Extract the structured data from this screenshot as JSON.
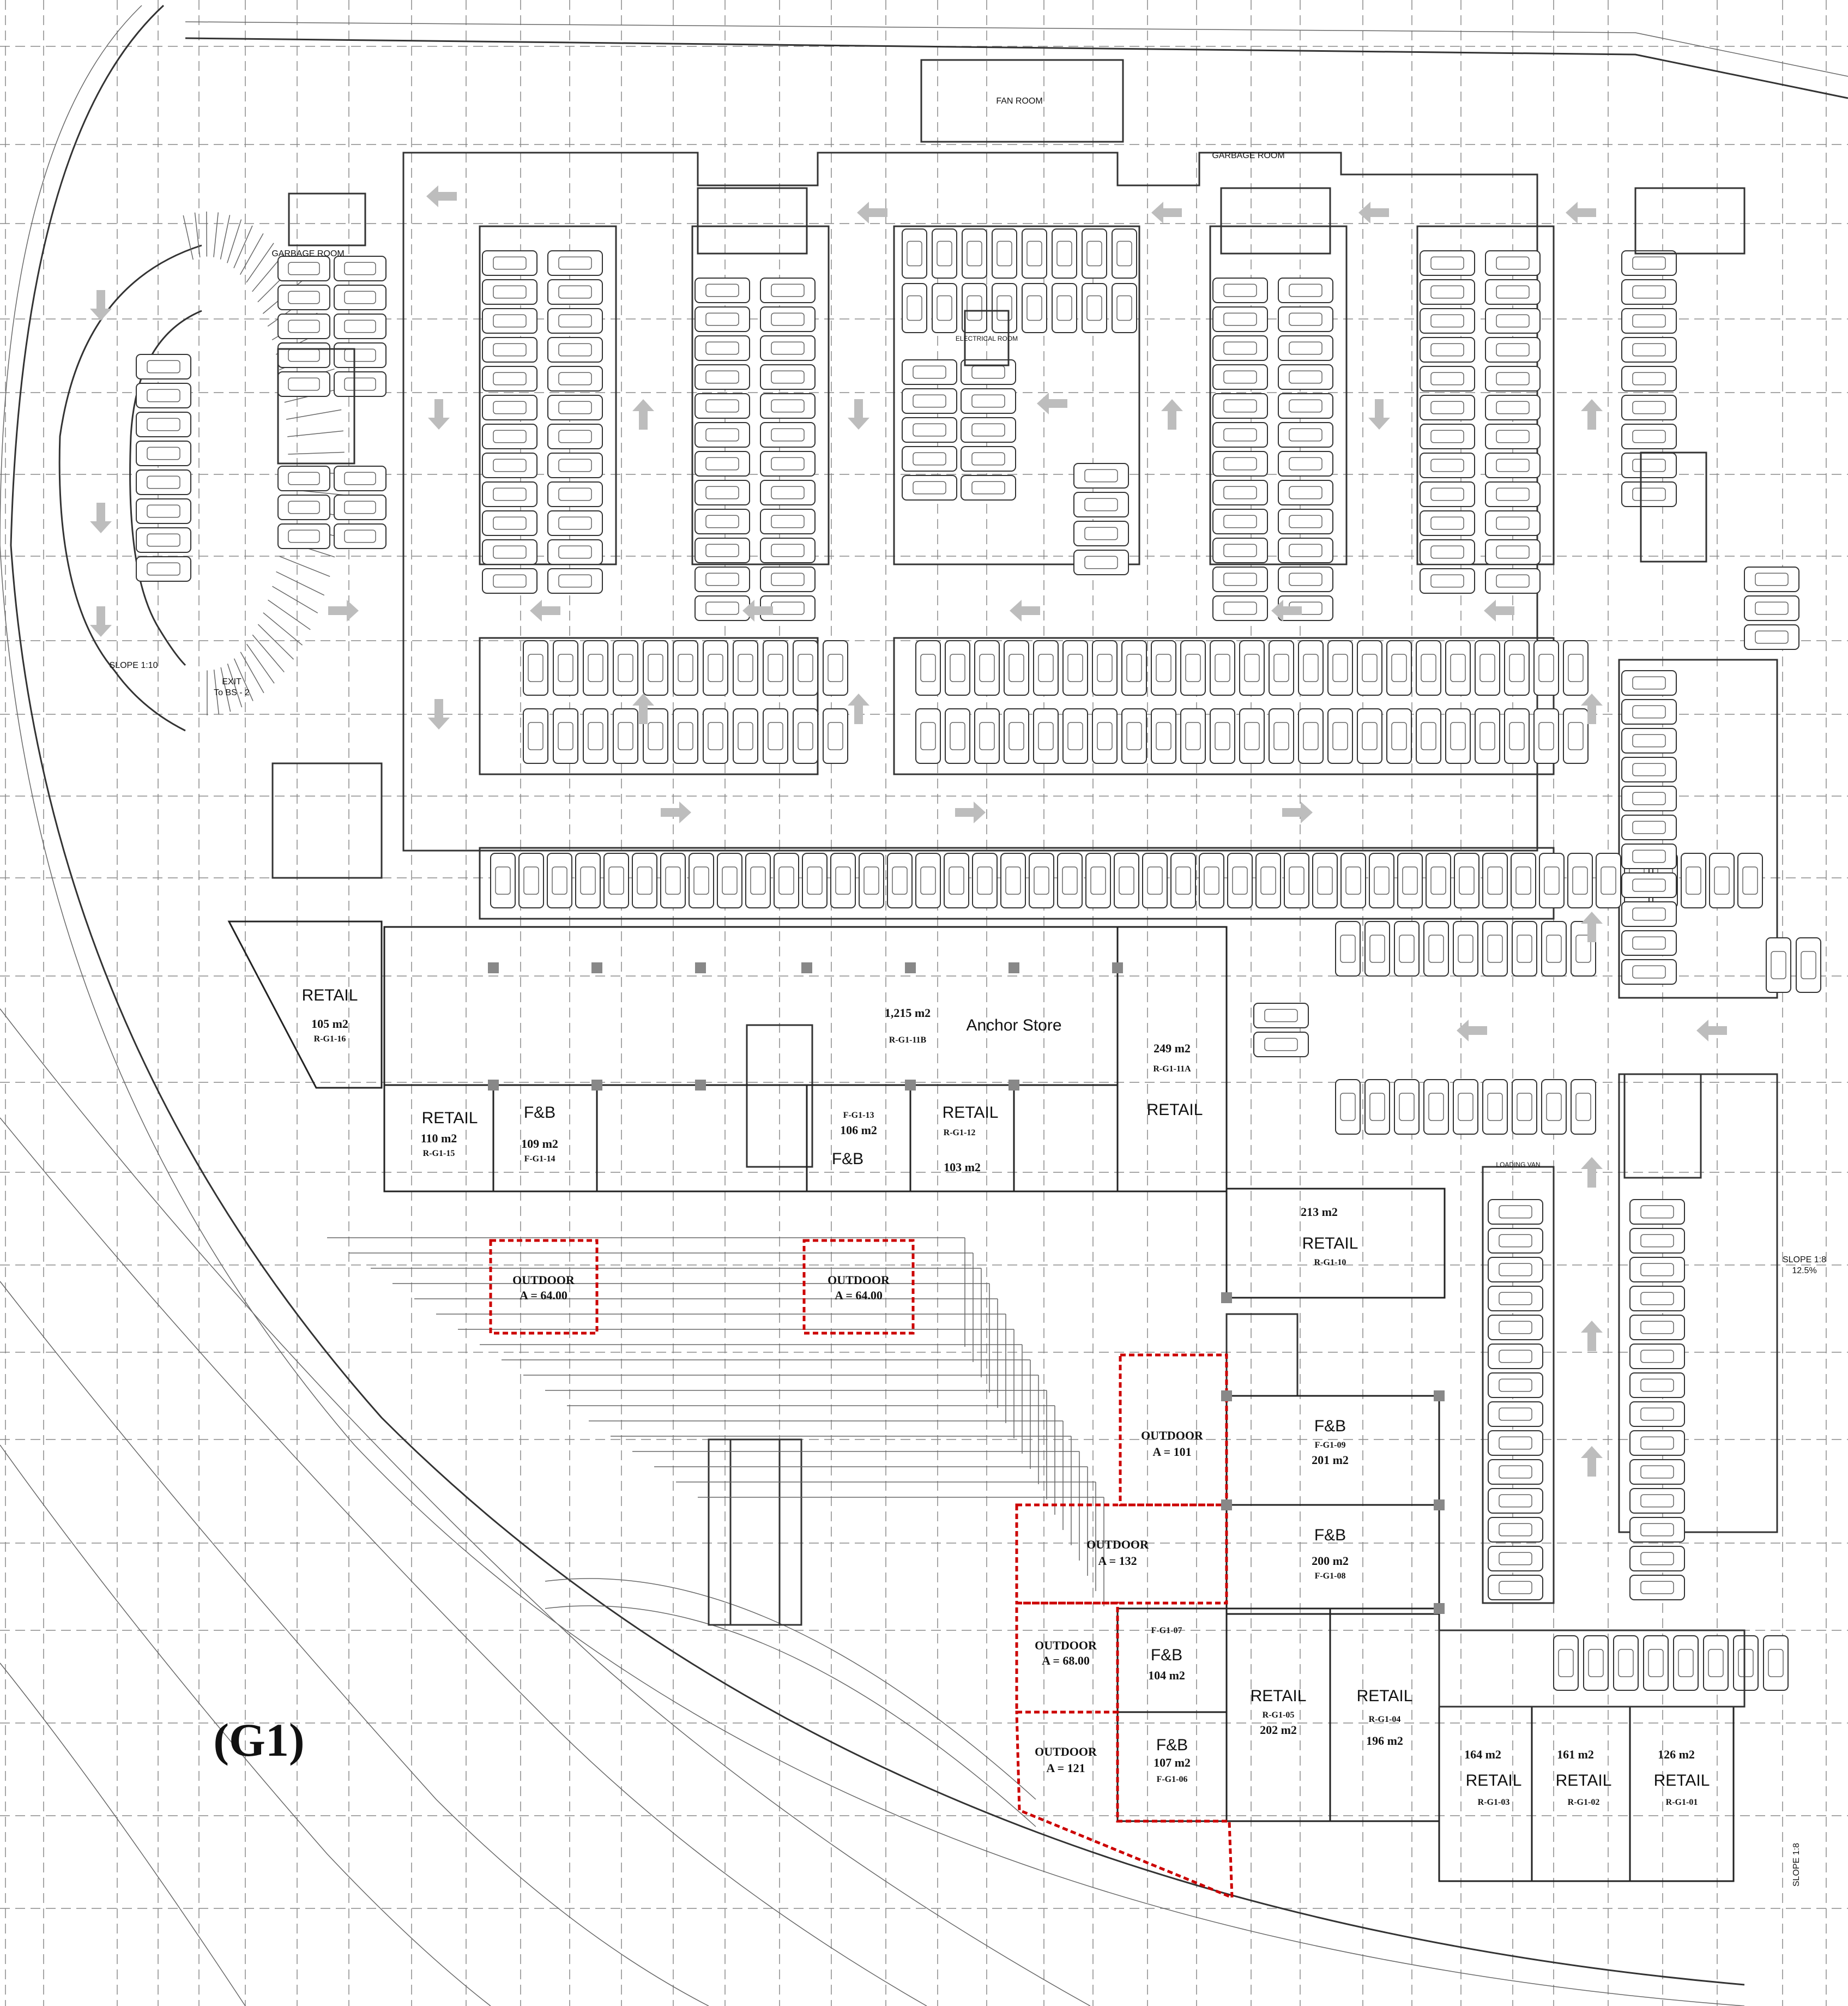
{
  "plan": {
    "title": "(G1)",
    "slope_left": "SLOPE 1:10",
    "exit": [
      "EXIT",
      "To BS - 2"
    ],
    "slope_right": [
      "SLOPE 1:8",
      "12.5%"
    ],
    "slope_bottom": "SLOPE 1:8",
    "loading_van": "LOADING VAN",
    "fan_room": "FAN ROOM",
    "electrical_room": "ELECTRICAL ROOM",
    "garbage_room_left": "GARBAGE ROOM",
    "garbage_room_right": "GARBAGE ROOM"
  },
  "units": [
    {
      "id": "R-G1-16",
      "type": "RETAIL",
      "area": "105 m2"
    },
    {
      "id": "R-G1-15",
      "type": "RETAIL",
      "area": "110 m2"
    },
    {
      "id": "F-G1-14",
      "type": "F&B",
      "area": "109 m2"
    },
    {
      "id": "R-G1-11B",
      "type": "Anchor Store",
      "area": "1,215 m2"
    },
    {
      "id": "F-G1-13",
      "type": "F&B",
      "area": "106 m2"
    },
    {
      "id": "R-G1-12",
      "type": "RETAIL",
      "area": "103 m2"
    },
    {
      "id": "R-G1-11A",
      "type": "RETAIL",
      "area": "249 m2"
    },
    {
      "id": "R-G1-10",
      "type": "RETAIL",
      "area": "213 m2"
    },
    {
      "id": "F-G1-09",
      "type": "F&B",
      "area": "201 m2"
    },
    {
      "id": "F-G1-08",
      "type": "F&B",
      "area": "200 m2"
    },
    {
      "id": "F-G1-07",
      "type": "F&B",
      "area": "104 m2"
    },
    {
      "id": "F-G1-06",
      "type": "F&B",
      "area": "107 m2"
    },
    {
      "id": "R-G1-05",
      "type": "RETAIL",
      "area": "202 m2"
    },
    {
      "id": "R-G1-04",
      "type": "RETAIL",
      "area": "196 m2"
    },
    {
      "id": "R-G1-03",
      "type": "RETAIL",
      "area": "164 m2"
    },
    {
      "id": "R-G1-02",
      "type": "RETAIL",
      "area": "161 m2"
    },
    {
      "id": "R-G1-01",
      "type": "RETAIL",
      "area": "126 m2"
    }
  ],
  "outdoor": [
    {
      "label": "OUTDOOR",
      "area": "A = 64.00"
    },
    {
      "label": "OUTDOOR",
      "area": "A = 64.00"
    },
    {
      "label": "OUTDOOR",
      "area": "A = 101"
    },
    {
      "label": "OUTDOOR",
      "area": "A = 132"
    },
    {
      "label": "OUTDOOR",
      "area": "A = 68.00"
    },
    {
      "label": "OUTDOOR",
      "area": "A = 121"
    }
  ]
}
